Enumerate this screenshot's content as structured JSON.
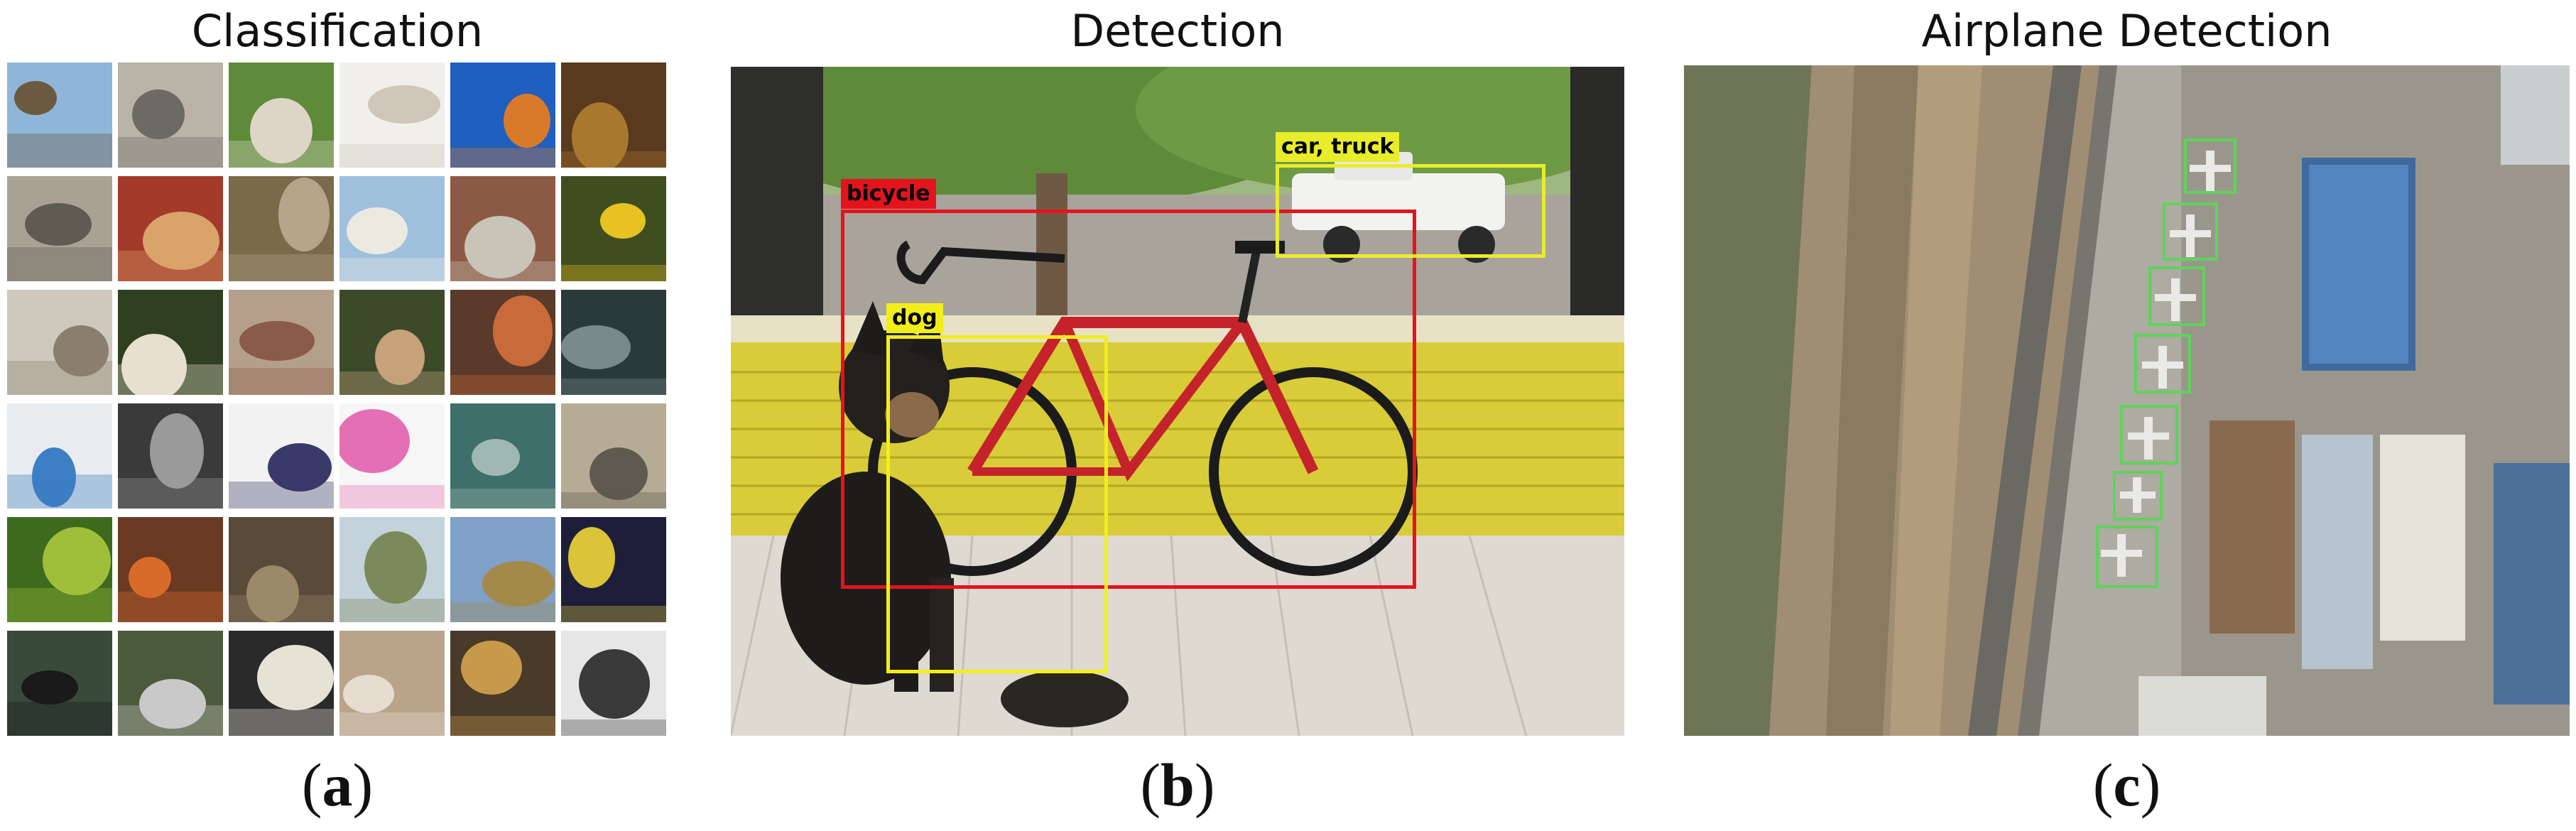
{
  "panels": {
    "a": {
      "title": "Classification",
      "caption_open": "(",
      "caption_letter": "a",
      "caption_close": ")"
    },
    "b": {
      "title": "Detection",
      "caption_open": "(",
      "caption_letter": "b",
      "caption_close": ")"
    },
    "c": {
      "title": "Airplane Detection",
      "caption_open": "(",
      "caption_letter": "c",
      "caption_close": ")"
    }
  },
  "detection": {
    "labels": {
      "bicycle": "bicycle",
      "dog": "dog",
      "car_truck": "car, truck"
    }
  },
  "colors": {
    "bicycle_box": "#e3141c",
    "dog_box": "#f2ee1a",
    "car_box": "#e8ec2a",
    "airplane_box": "#5fd35a"
  }
}
